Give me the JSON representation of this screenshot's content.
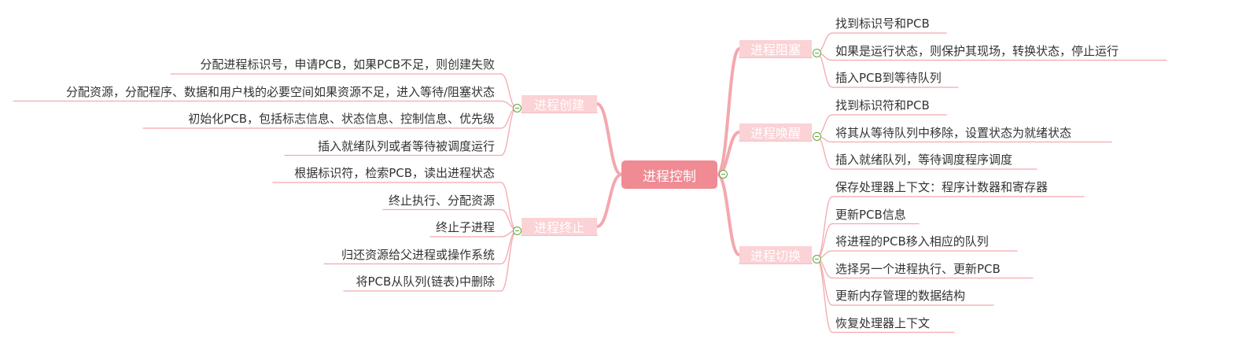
{
  "mindmap": {
    "root": "进程控制",
    "branches": [
      {
        "label": "进程阻塞",
        "side": "right",
        "leaves": [
          "找到标识号和PCB",
          "如果是运行状态，则保护其现场，转换状态，停止运行",
          "插入PCB到等待队列"
        ]
      },
      {
        "label": "进程唤醒",
        "side": "right",
        "leaves": [
          "找到标识符和PCB",
          "将其从等待队列中移除，设置状态为就绪状态",
          "插入就绪队列，等待调度程序调度"
        ]
      },
      {
        "label": "进程切换",
        "side": "right",
        "leaves": [
          "保存处理器上下文：程序计数器和寄存器",
          "更新PCB信息",
          "将进程的PCB移入相应的队列",
          "选择另一个进程执行、更新PCB",
          "更新内存管理的数据结构",
          "恢复处理器上下文"
        ]
      },
      {
        "label": "进程创建",
        "side": "left",
        "leaves": [
          "分配进程标识号，申请PCB，如果PCB不足，则创建失败",
          "分配资源，分配程序、数据和用户栈的必要空间如果资源不足，进入等待/阻塞状态",
          "初始化PCB，包括标志信息、状态信息、控制信息、优先级",
          "插入就绪队列或者等待被调度运行"
        ]
      },
      {
        "label": "进程终止",
        "side": "left",
        "leaves": [
          "根据标识符，检索PCB，读出进程状态",
          "终止执行、分配资源",
          "终止子进程",
          "归还资源给父进程或操作系统",
          "将PCB从队列(链表)中删除"
        ]
      }
    ],
    "colors": {
      "root": "#f08a93",
      "branch": "#fbd2d5",
      "link": "#f3a8ae",
      "collapse": "#62a63c"
    }
  }
}
